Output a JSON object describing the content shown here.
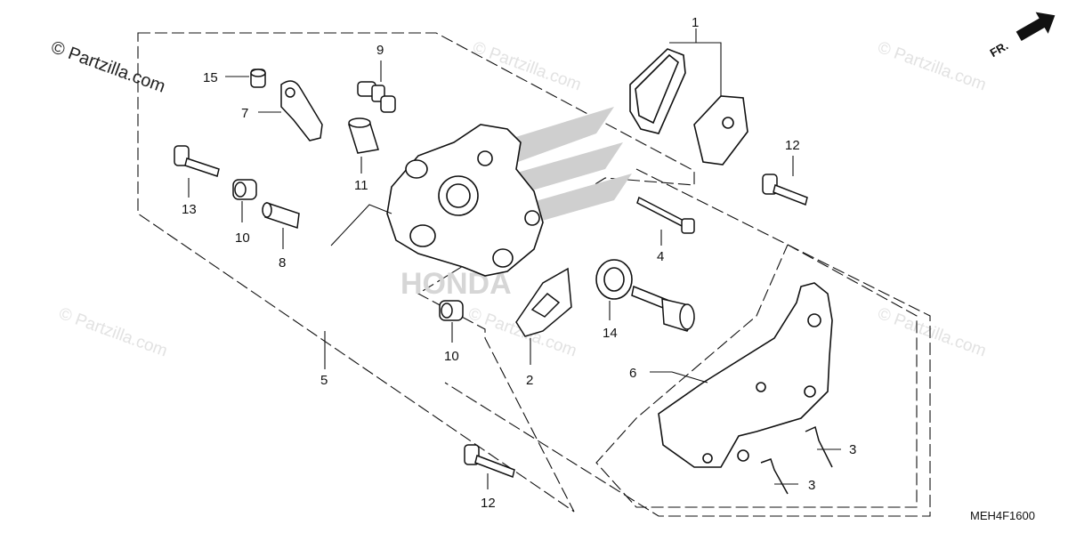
{
  "copyright": "© Partzilla.com",
  "watermark": "© Partzilla.com",
  "diagram_code": "MEH4F1600",
  "front_marker": "FR.",
  "callouts": {
    "c1": "1",
    "c2": "2",
    "c3a": "3",
    "c3b": "3",
    "c4": "4",
    "c5": "5",
    "c6": "6",
    "c7": "7",
    "c8": "8",
    "c9": "9",
    "c10a": "10",
    "c10b": "10",
    "c11": "11",
    "c12a": "12",
    "c12b": "12",
    "c13": "13",
    "c14": "14",
    "c15": "15"
  }
}
